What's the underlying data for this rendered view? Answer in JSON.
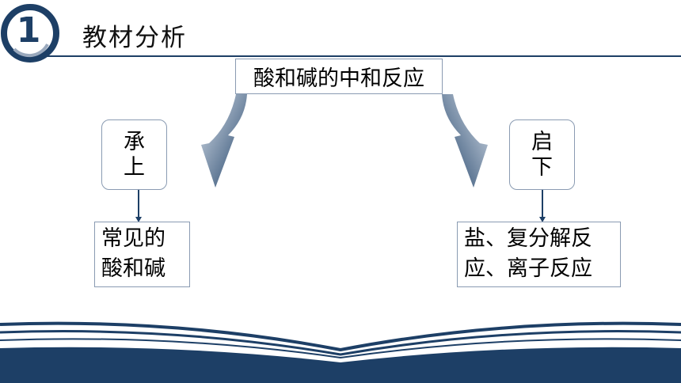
{
  "header": {
    "section_number": "1",
    "title": "教材分析"
  },
  "diagram": {
    "center_topic": "酸和碱的中和反应",
    "left_label_line1": "承",
    "left_label_line2": "上",
    "right_label_line1": "启",
    "right_label_line2": "下",
    "left_content_line1": "常见的",
    "left_content_line2": "酸和碱",
    "right_content_line1": "盐、复分解反",
    "right_content_line2": "应、离子反应"
  },
  "colors": {
    "primary": "#1d3f66",
    "border": "#8a9bb2",
    "text": "#000000"
  }
}
